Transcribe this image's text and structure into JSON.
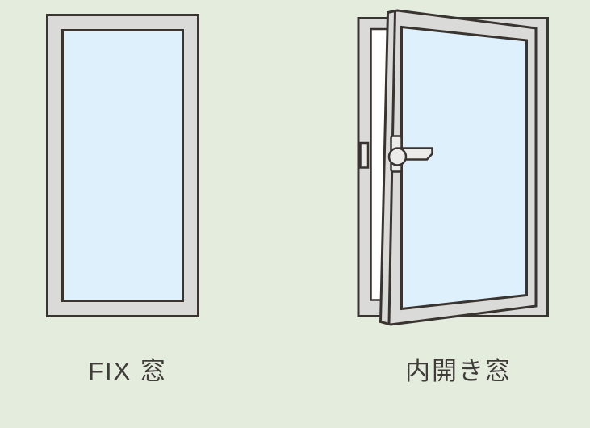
{
  "figure": {
    "background": "#e4ecdd",
    "panels": [
      {
        "id": "fix-window",
        "label": "FIX 窓",
        "illustration": "fixed-closed-window"
      },
      {
        "id": "inward-opening-window",
        "label": "内開き窓",
        "illustration": "inward-opening-casement-window-open-with-handle-and-latch"
      }
    ],
    "colors": {
      "background": "#e4ecdd",
      "frame": "#dadbd8",
      "outline": "#3a3431",
      "glass": "#def0fb",
      "opening_gap": "#ffffff",
      "handle": "#ebebea",
      "label_text": "#403c39"
    }
  }
}
